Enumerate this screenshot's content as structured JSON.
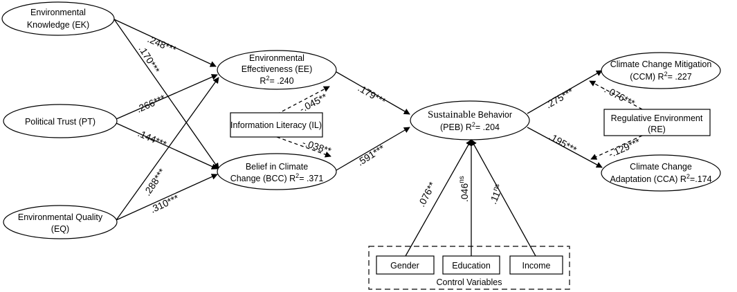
{
  "nodes": {
    "ek": {
      "line1": "Environmental",
      "line2": "Knowledge (EK)"
    },
    "pt": {
      "line1": "Political Trust (PT)"
    },
    "eq": {
      "line1": "Environmental Quality",
      "line2": "(EQ)"
    },
    "ee": {
      "line1": "Environmental",
      "line2": "Effectiveness (EE)",
      "r2_prefix": "R",
      "r2_exp": "2",
      "r2_value": "= .240"
    },
    "il": {
      "line1": "Information Literacy (IL)"
    },
    "bcc": {
      "line1": "Belief in Climate",
      "line2_prefix": "Change (BCC) R",
      "r2_exp": "2",
      "r2_value": "= .371"
    },
    "peb": {
      "main": "Sustainable",
      "rest": " Behavior",
      "line2_prefix": "(PEB) R",
      "r2_exp": "2",
      "r2_value": "= .204"
    },
    "ccm": {
      "line1": "Climate Change Mitigation",
      "line2_prefix": "(CCM) R",
      "r2_exp": "2",
      "r2_value": "= .227"
    },
    "re": {
      "line1": "Regulative Environment",
      "line2": "(RE)"
    },
    "cca": {
      "line1": "Climate Change",
      "line2_prefix": "Adaptation (CCA) R",
      "r2_exp": "2",
      "r2_value": "=.174"
    },
    "gender": {
      "label": "Gender"
    },
    "education": {
      "label": "Education"
    },
    "income": {
      "label": "Income"
    }
  },
  "control_group_label": "Control Variables",
  "paths": {
    "ek_ee": ".248***",
    "ek_bcc": ".170***",
    "pt_ee": ".266***",
    "pt_bcc": ".144***",
    "eq_ee": ".288***",
    "eq_bcc": ".310***",
    "il_ee": "-.045**",
    "il_bcc": "-.038**",
    "ee_peb": ".179***",
    "bcc_peb": ".591***",
    "peb_ccm": ".275***",
    "peb_cca": ".195***",
    "re_ccm": "-. 076***",
    "re_cca": "-.129***",
    "gender_peb": ".076**",
    "education_peb_value": ".046",
    "education_peb_sup": "ns",
    "income_peb_value": ".11",
    "income_peb_sup": "ns"
  }
}
